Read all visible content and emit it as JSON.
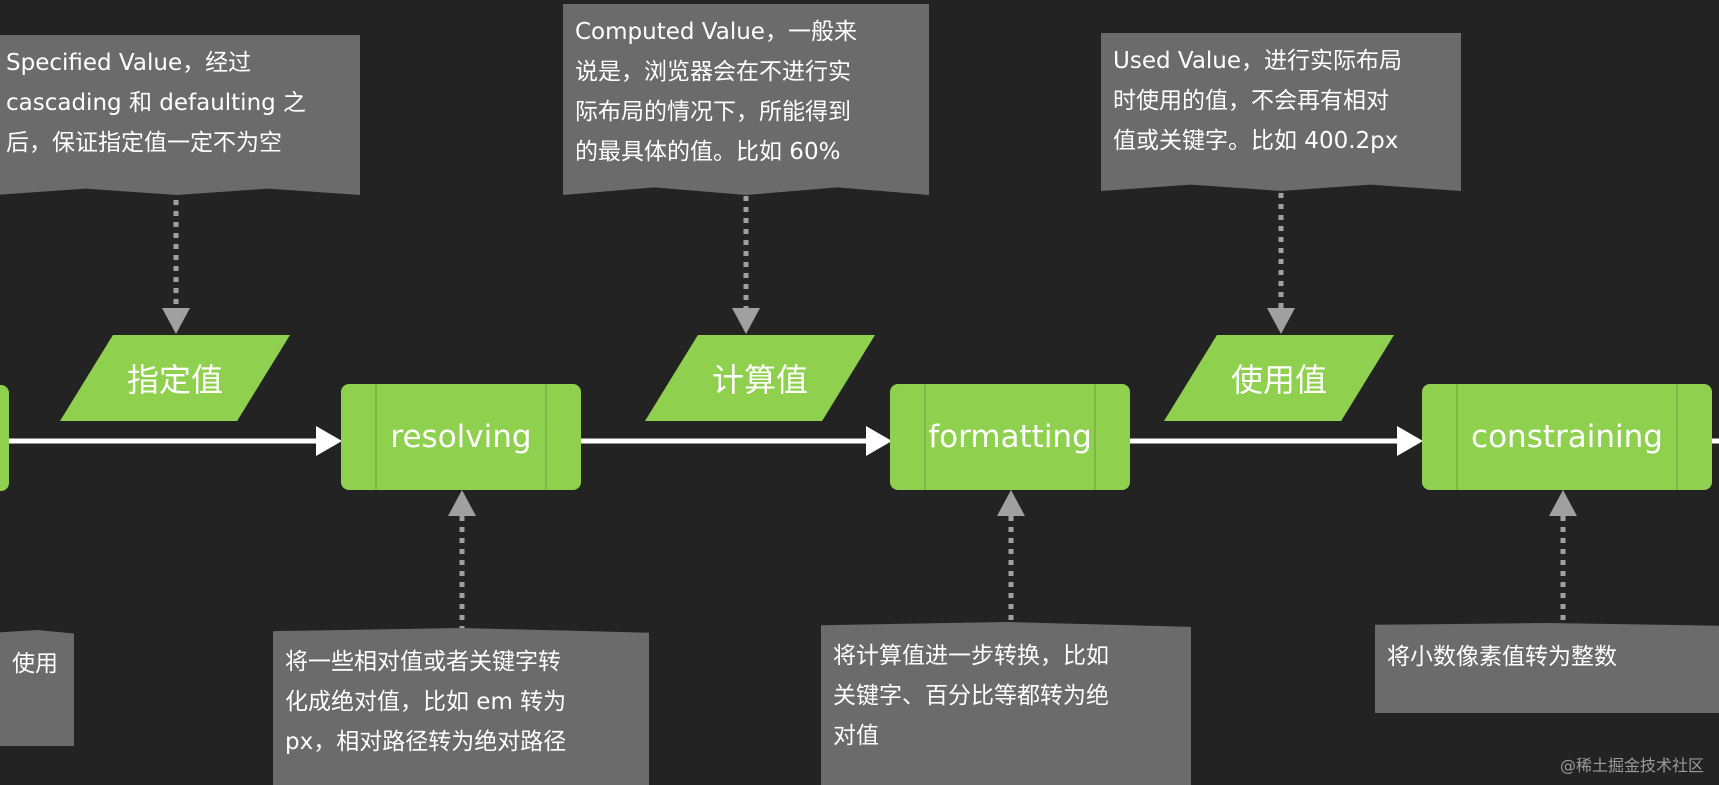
{
  "notes": {
    "specified": "Specified Value，经过\ncascading 和 defaulting 之\n后，保证指定值一定不为空",
    "computed": "Computed Value，一般来\n说是，浏览器会在不进行实\n际布局的情况下，所能得到\n的最具体的值。比如 60%",
    "used": "Used Value，进行实际布局\n时使用的值，不会再有相对\n值或关键字。比如 400.2px",
    "left_partial": "使用",
    "resolving": "将一些相对值或者关键字转\n化成绝对值，比如 em 转为\npx，相对路径转为绝对路径",
    "formatting": "将计算值进一步转换，比如\n关键字、百分比等都转为绝\n对值",
    "constraining": "将小数像素值转为整数"
  },
  "values": {
    "specified": "指定值",
    "computed": "计算值",
    "used": "使用值"
  },
  "processes": {
    "resolving": "resolving",
    "formatting": "formatting",
    "constraining": "constraining"
  },
  "watermark": "@稀土掘金技术社区",
  "colors": {
    "background": "#232323",
    "node_green": "#8fd14f",
    "note_gray": "#6b6b6b",
    "arrow_gray": "#a0a0a0",
    "flow_line": "#ffffff"
  }
}
